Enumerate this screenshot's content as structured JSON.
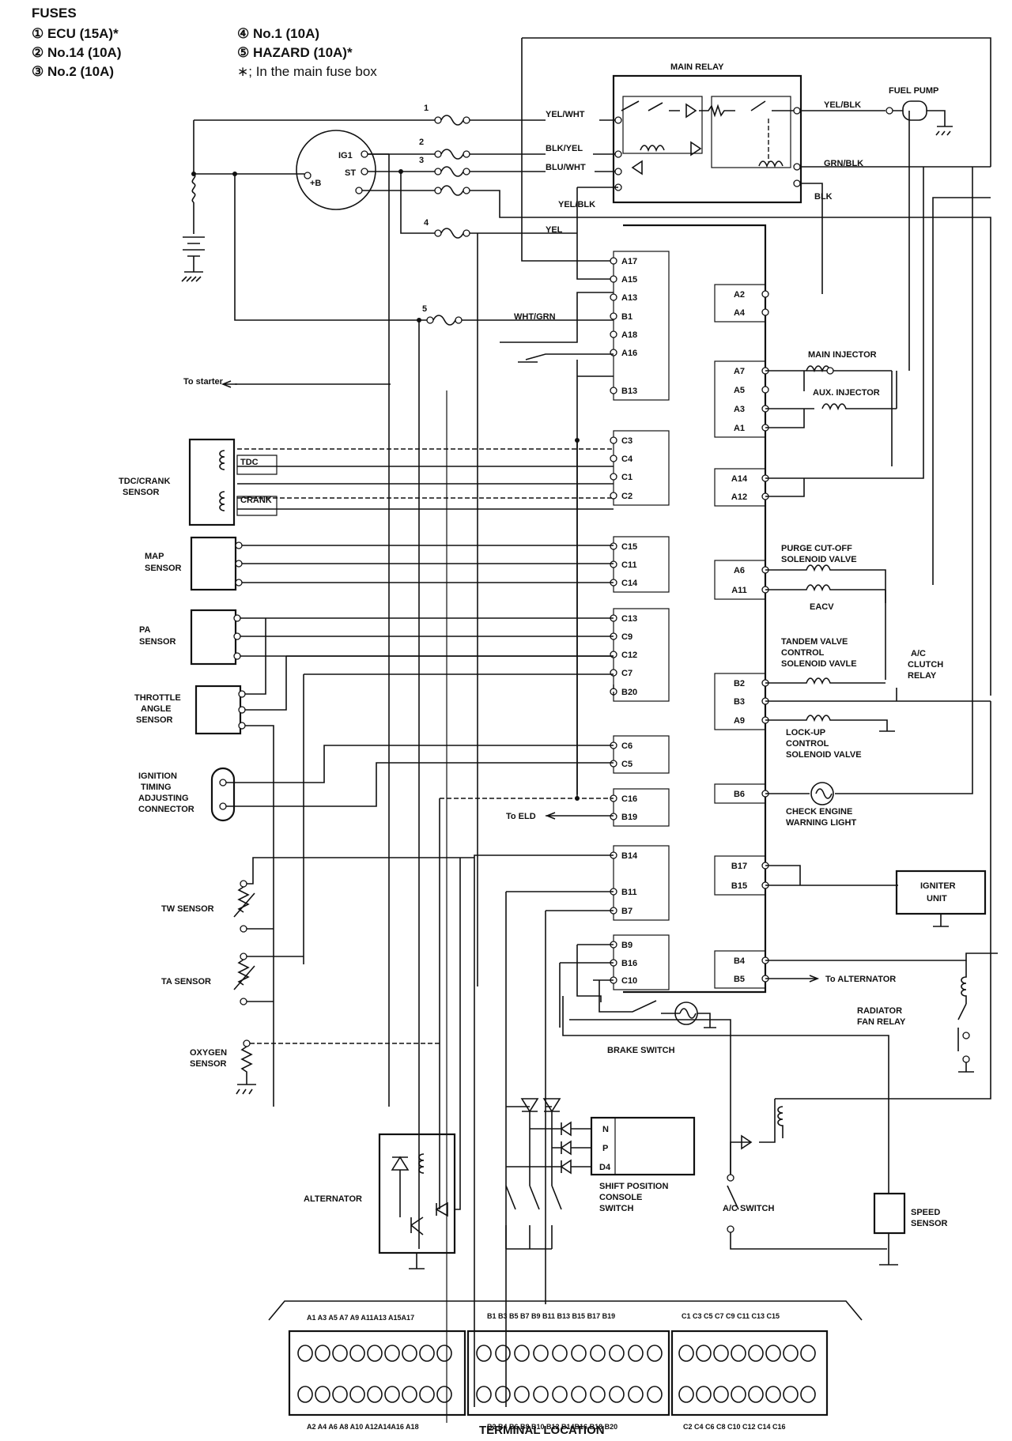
{
  "fuses": {
    "title": "FUSES",
    "items": [
      "① ECU (15A)*",
      "② No.14 (10A)",
      "③ No.2 (10A)",
      "④ No.1 (10A)",
      "⑤ HAZARD (10A)*"
    ],
    "note": "∗; In the main fuse box"
  },
  "ignition_switch": {
    "ig1": "IG1",
    "st": "ST",
    "b": "+B"
  },
  "wires": {
    "yel_wht": "YEL/WHT",
    "blk_yel": "BLK/YEL",
    "blu_wht": "BLU/WHT",
    "yel_blk_in": "YEL/BLK",
    "yel": "YEL",
    "wht_grn": "WHT/GRN",
    "yel_blk_out": "YEL/BLK",
    "grn_blk": "GRN/BLK",
    "blk": "BLK"
  },
  "fuse_numbers": [
    "1",
    "2",
    "3",
    "4",
    "5"
  ],
  "labels": {
    "main_relay": "MAIN RELAY",
    "fuel_pump": "FUEL PUMP",
    "to_starter": "To starter",
    "tdc_crank_1": "TDC/CRANK",
    "tdc_crank_2": "SENSOR",
    "tdc": "TDC",
    "crank": "CRANK",
    "map_1": "MAP",
    "map_2": "SENSOR",
    "pa_1": "PA",
    "pa_2": "SENSOR",
    "throttle_1": "THROTTLE",
    "throttle_2": "ANGLE",
    "throttle_3": "SENSOR",
    "ign_1": "IGNITION",
    "ign_2": "TIMING",
    "ign_3": "ADJUSTING",
    "ign_4": "CONNECTOR",
    "tw_sensor": "TW SENSOR",
    "ta_sensor": "TA SENSOR",
    "oxygen_1": "OXYGEN",
    "oxygen_2": "SENSOR",
    "alternator": "ALTERNATOR",
    "to_eld": "To ELD",
    "brake_switch": "BRAKE SWITCH",
    "shift_1": "SHIFT POSITION",
    "shift_2": "CONSOLE",
    "shift_3": "SWITCH",
    "ac_switch": "A/C SWITCH",
    "speed_1": "SPEED",
    "speed_2": "SENSOR",
    "main_injector": "MAIN INJECTOR",
    "aux_injector": "AUX. INJECTOR",
    "purge_1": "PURGE CUT-OFF",
    "purge_2": "SOLENOID VALVE",
    "eacv": "EACV",
    "tandem_1": "TANDEM VALVE",
    "tandem_2": "CONTROL",
    "tandem_3": "SOLENOID VAVLE",
    "ac_clutch_1": "A/C",
    "ac_clutch_2": "CLUTCH",
    "ac_clutch_3": "RELAY",
    "lockup_1": "LOCK-UP",
    "lockup_2": "CONTROL",
    "lockup_3": "SOLENOID VALVE",
    "check_1": "CHECK ENGINE",
    "check_2": "WARNING LIGHT",
    "igniter_1": "IGNITER",
    "igniter_2": "UNIT",
    "to_alternator": "To ALTERNATOR",
    "radiator_1": "RADIATOR",
    "radiator_2": "FAN RELAY",
    "shift_n": "N",
    "shift_p": "P",
    "shift_d4": "D4",
    "terminal_location": "TERMINAL LOCATION"
  },
  "ecu_left_terminals": [
    "A17",
    "A15",
    "A13",
    "B1",
    "A18",
    "A16",
    "B13",
    "C3",
    "C4",
    "C1",
    "C2",
    "C15",
    "C11",
    "C14",
    "C13",
    "C9",
    "C12",
    "C7",
    "B20",
    "C6",
    "C5",
    "C16",
    "B19",
    "B14",
    "B11",
    "B7",
    "B9",
    "B16",
    "C10"
  ],
  "ecu_right_terminals": [
    "A2",
    "A4",
    "A7",
    "A5",
    "A3",
    "A1",
    "A14",
    "A12",
    "A6",
    "A11",
    "B2",
    "B3",
    "A9",
    "B6",
    "B17",
    "B15",
    "B4",
    "B5"
  ],
  "connector": {
    "top_a": "A1  A3  A5  A7  A9  A11A13  A15A17",
    "top_b": "B1  B3   B5   B7  B9   B11 B13 B15 B17  B19",
    "top_c": "C1   C3  C5   C7  C9  C11 C13  C15",
    "bot_a": "A2  A4   A6  A8  A10  A12A14A16  A18",
    "bot_b": "B2   B4   B6  B8   B10 B12  B14B16 B18 B20",
    "bot_c": "C2   C4   C6   C8  C10  C12  C14  C16"
  }
}
